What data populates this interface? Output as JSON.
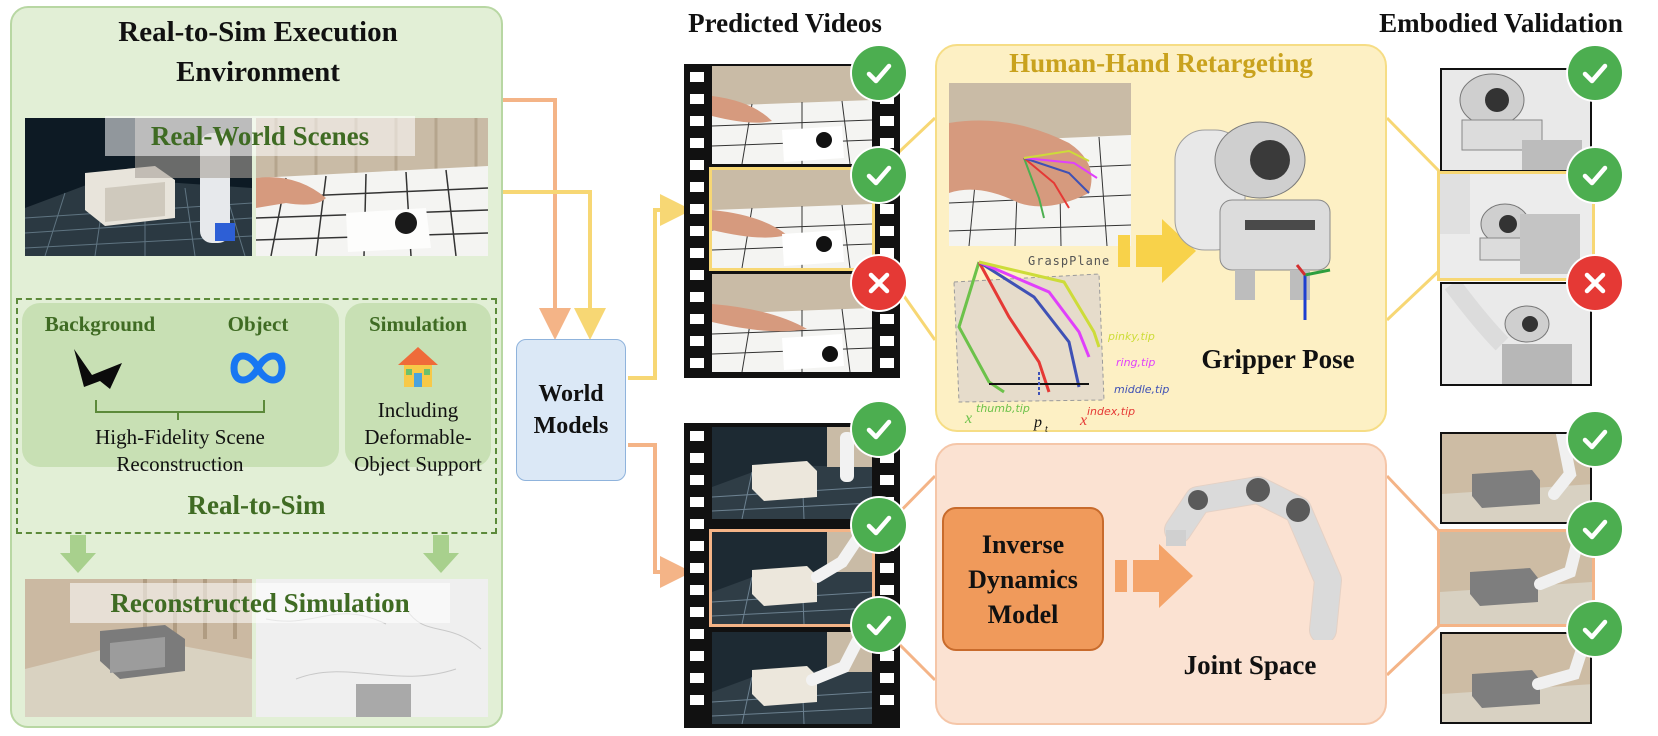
{
  "left_panel": {
    "title_line1": "Real-to-Sim Execution",
    "title_line2": "Environment",
    "real_scenes_label": "Real-World Scenes",
    "background_label": "Background",
    "object_label": "Object",
    "simulation_label": "Simulation",
    "reconstruction_line1": "High-Fidelity Scene",
    "reconstruction_line2": "Reconstruction",
    "deformable_line1": "Including",
    "deformable_line2": "Deformable-",
    "deformable_line3": "Object Support",
    "real_to_sim_label": "Real-to-Sim",
    "reconstructed_label": "Reconstructed Simulation"
  },
  "world_models": {
    "line1": "World",
    "line2": "Models"
  },
  "predicted_videos_title": "Predicted Videos",
  "embodied_validation_title": "Embodied Validation",
  "retargeting": {
    "title": "Human-Hand Retargeting",
    "grasp_plane_label": "GraspPlane",
    "gripper_pose_label": "Gripper Pose",
    "labels": {
      "pinky": "pinky,tip",
      "ring": "ring,tip",
      "middle": "middle,tip",
      "index": "index,tip",
      "thumb": "thumb,tip",
      "x": "x",
      "t": "t",
      "p": "p"
    }
  },
  "idm": {
    "line1": "Inverse",
    "line2": "Dynamics",
    "line3": "Model",
    "joint_space_label": "Joint Space"
  },
  "colors": {
    "green_panel": "#e2efd6",
    "green_text": "#3f6b23",
    "yellow_panel": "#fdf0c4",
    "yellow_text": "#c9a21d",
    "orange_panel": "#fbe2d2",
    "orange_box": "#f09a5b",
    "blue_box": "#dbe8f6",
    "check": "#4cae50",
    "cross": "#e53935"
  },
  "validation_results": {
    "predicted_hand": [
      "success-check",
      "success-check",
      "failure-cross"
    ],
    "predicted_robot": [
      "success-check",
      "success-check",
      "success-check"
    ],
    "embodied_hand": [
      "success-check",
      "success-check",
      "failure-cross"
    ],
    "embodied_robot": [
      "success-check",
      "success-check",
      "success-check"
    ]
  }
}
